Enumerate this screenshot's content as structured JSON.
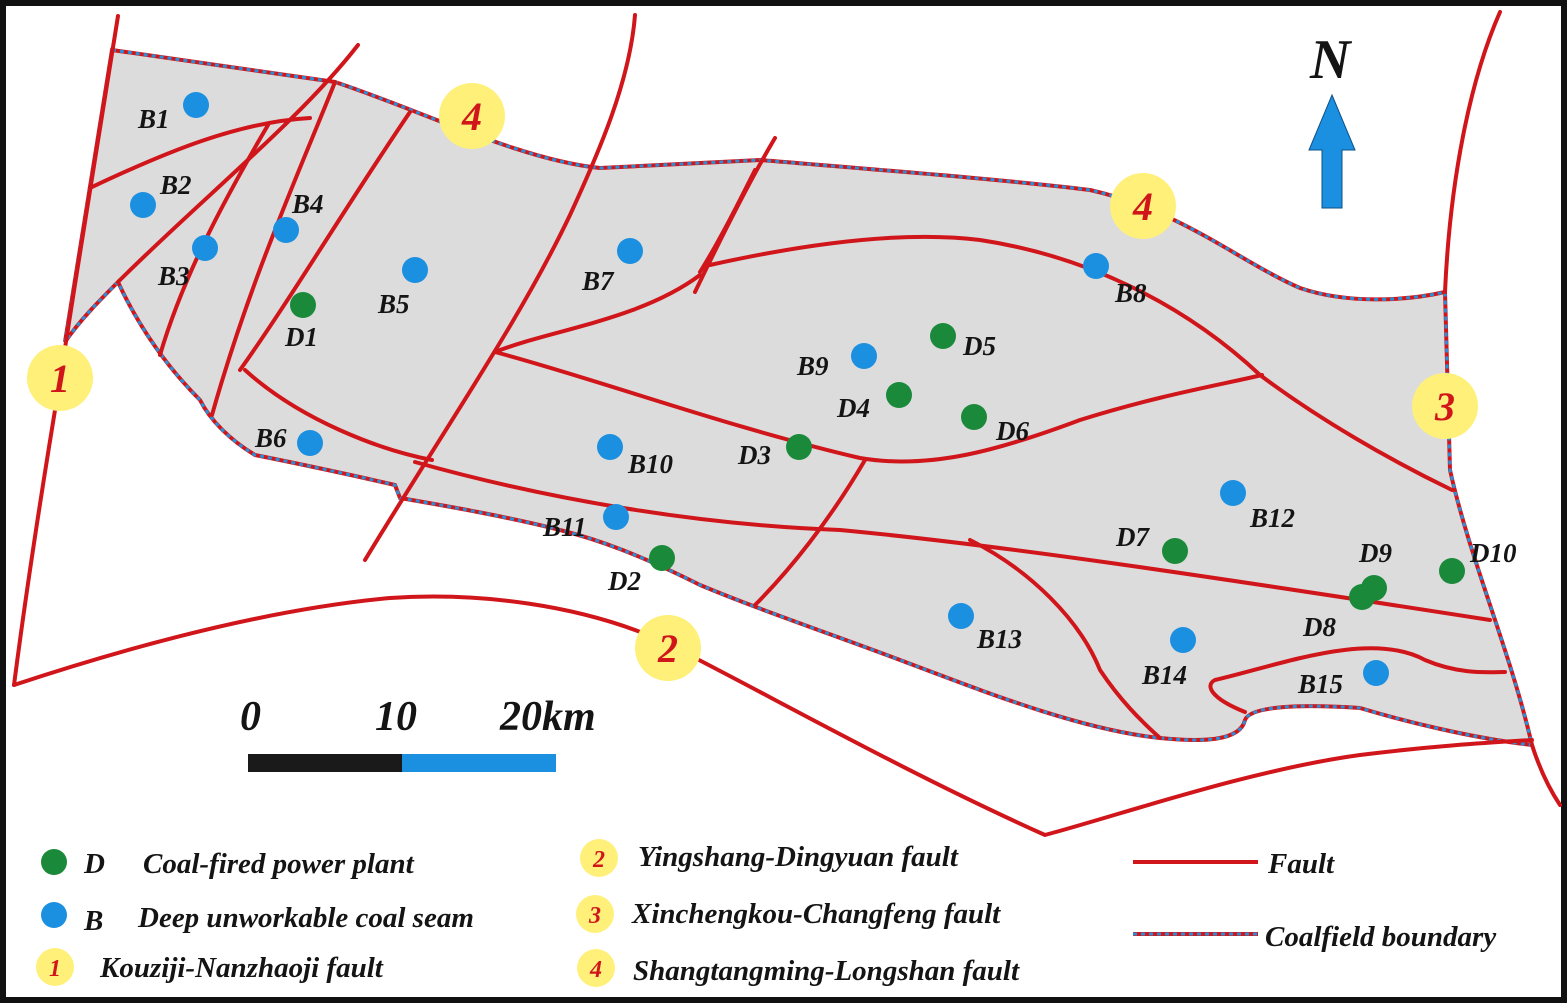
{
  "map": {
    "north": "N",
    "scale_bar": {
      "ticks": [
        "0",
        "10",
        "20km"
      ]
    },
    "fault_badges": [
      "1",
      "2",
      "3",
      "4",
      "4"
    ],
    "points": [
      {
        "id": "B1",
        "label": "B1",
        "kind": "B"
      },
      {
        "id": "B2",
        "label": "B2",
        "kind": "B"
      },
      {
        "id": "B3",
        "label": "B3",
        "kind": "B"
      },
      {
        "id": "B4",
        "label": "B4",
        "kind": "B"
      },
      {
        "id": "B5",
        "label": "B5",
        "kind": "B"
      },
      {
        "id": "B6",
        "label": "B6",
        "kind": "B"
      },
      {
        "id": "B7",
        "label": "B7",
        "kind": "B"
      },
      {
        "id": "B8",
        "label": "B8",
        "kind": "B"
      },
      {
        "id": "B9",
        "label": "B9",
        "kind": "B"
      },
      {
        "id": "B10",
        "label": "B10",
        "kind": "B"
      },
      {
        "id": "B11",
        "label": "B11",
        "kind": "B"
      },
      {
        "id": "B12",
        "label": "B12",
        "kind": "B"
      },
      {
        "id": "B13",
        "label": "B13",
        "kind": "B"
      },
      {
        "id": "B14",
        "label": "B14",
        "kind": "B"
      },
      {
        "id": "B15",
        "label": "B15",
        "kind": "B"
      },
      {
        "id": "D1",
        "label": "D1",
        "kind": "D"
      },
      {
        "id": "D2",
        "label": "D2",
        "kind": "D"
      },
      {
        "id": "D3",
        "label": "D3",
        "kind": "D"
      },
      {
        "id": "D4",
        "label": "D4",
        "kind": "D"
      },
      {
        "id": "D5",
        "label": "D5",
        "kind": "D"
      },
      {
        "id": "D6",
        "label": "D6",
        "kind": "D"
      },
      {
        "id": "D7",
        "label": "D7",
        "kind": "D"
      },
      {
        "id": "D8",
        "label": "D8",
        "kind": "D"
      },
      {
        "id": "D9",
        "label": "D9",
        "kind": "D"
      },
      {
        "id": "D10",
        "label": "D10",
        "kind": "D"
      }
    ]
  },
  "legend": {
    "power_plant": {
      "code": "D",
      "label": "Coal-fired power plant"
    },
    "coal_seam": {
      "code": "B",
      "label": "Deep unworkable coal seam"
    },
    "fault_1": {
      "num": "1",
      "label": "Kouziji-Nanzhaoji fault"
    },
    "fault_2": {
      "num": "2",
      "label": "Yingshang-Dingyuan fault"
    },
    "fault_3": {
      "num": "3",
      "label": "Xinchengkou-Changfeng fault"
    },
    "fault_4": {
      "num": "4",
      "label": "Shangtangming-Longshan fault"
    },
    "fault_line": {
      "label": "Fault"
    },
    "boundary_line": {
      "label": "Coalfield boundary"
    }
  },
  "colors": {
    "fault": "#d0161b",
    "boundary": "#2a8fd6",
    "coalfield_fill": "#dcdcdc",
    "power_plant": "#1a8a3a",
    "coal_seam": "#1b8fe0",
    "badge_fill": "#fff07a",
    "north_arrow": "#1b8fe0",
    "scale_dark": "#1a1a1a",
    "scale_light": "#1b8fe0"
  }
}
